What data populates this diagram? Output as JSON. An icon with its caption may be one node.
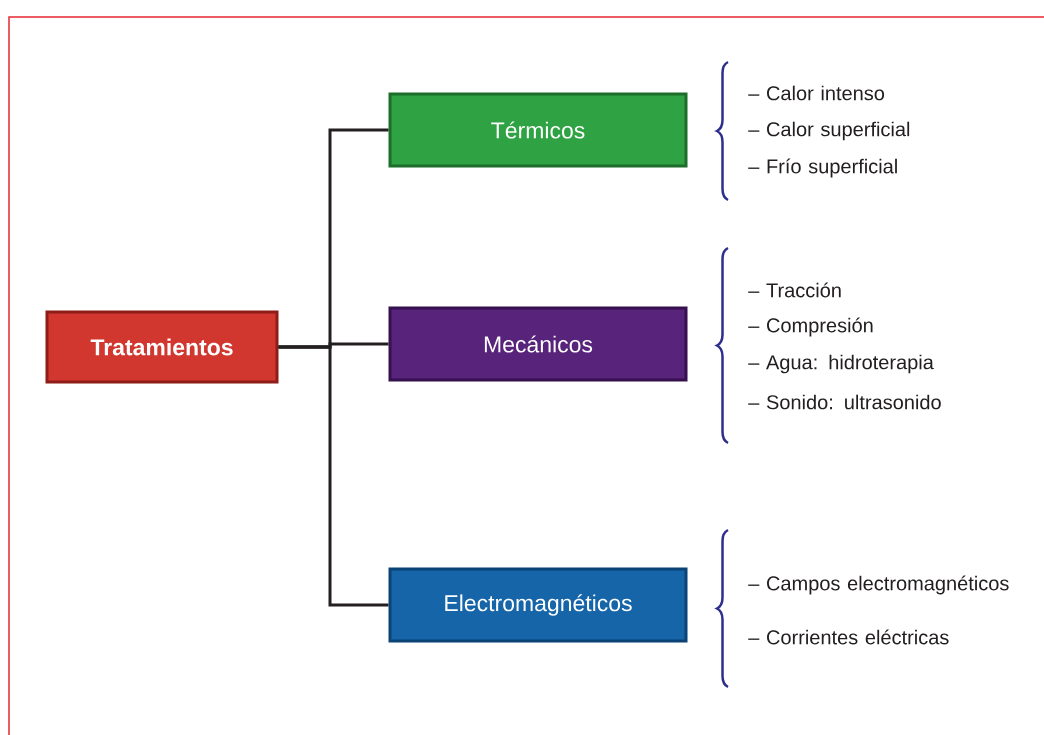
{
  "diagram": {
    "nodes": [
      {
        "text": [
          "Tratamientos"
        ]
      },
      {
        "text": [
          "Térmicos"
        ],
        "beside": [
          "– Calor intenso",
          "– Calor superficial",
          "– Frío superficial"
        ]
      },
      {
        "text": [
          "Mecánicos"
        ],
        "beside": [
          "– Tracción",
          "– Compresión",
          "– Agua: hidroterapia",
          "– Sonido: ultrasonido"
        ]
      },
      {
        "text": [
          "Electromagnéticos"
        ],
        "beside": [
          "– Campos electromagnéticos",
          "– Corrientes eléctricas"
        ]
      }
    ],
    "edges": [
      {
        "from": 0,
        "to": 1,
        "arrow": "none"
      },
      {
        "from": 0,
        "to": 2,
        "arrow": "none"
      },
      {
        "from": 0,
        "to": 3,
        "arrow": "none"
      }
    ]
  }
}
